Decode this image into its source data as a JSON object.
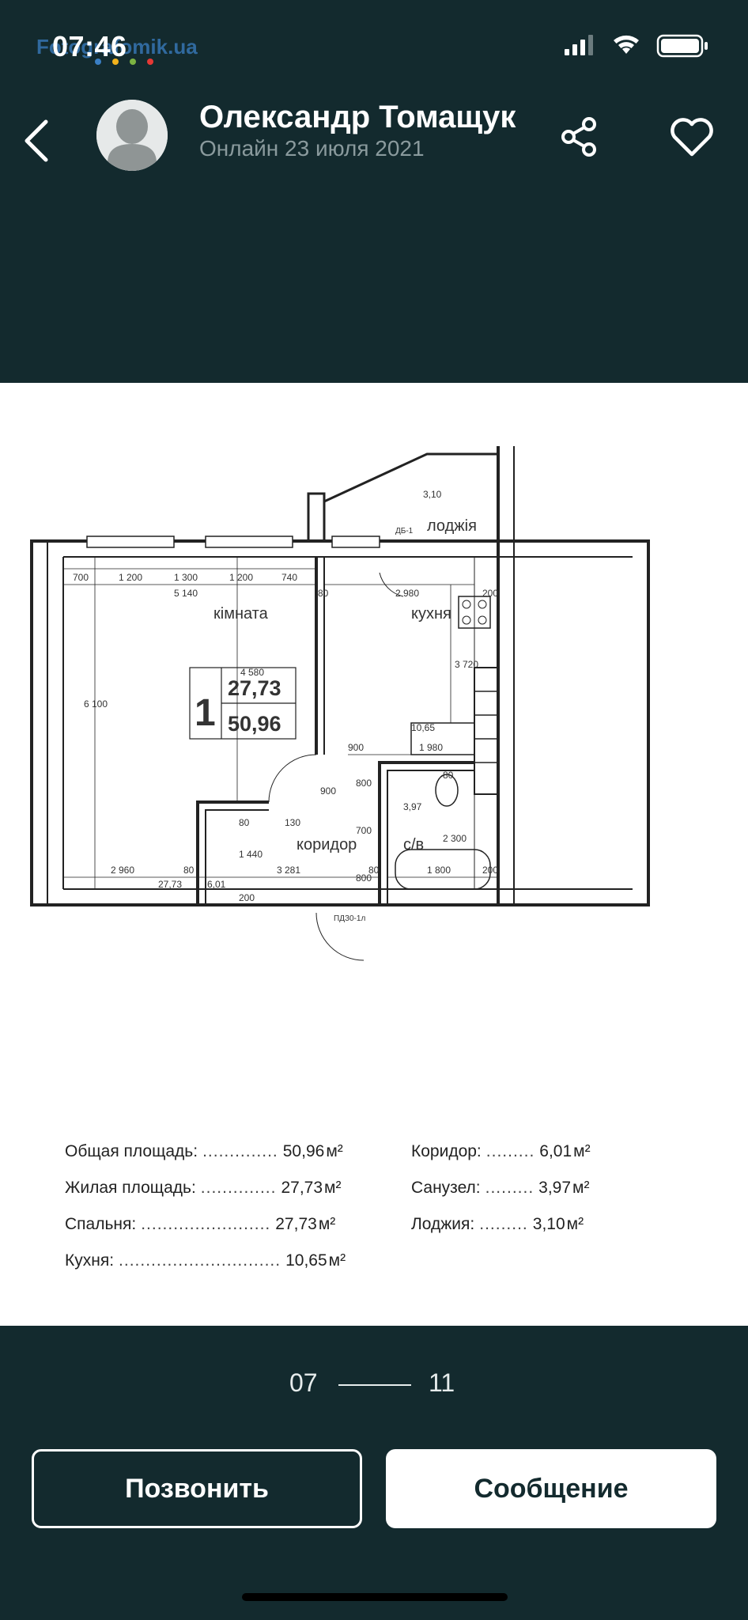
{
  "status_bar": {
    "time": "07:46",
    "watermark": "Fotografomik.ua"
  },
  "header": {
    "user_name": "Олександр Томащук",
    "user_status": "Онлайн 23 июля 2021",
    "icons": {
      "back": "chevron-left-icon",
      "share": "share-icon",
      "favorite": "heart-icon"
    }
  },
  "floor_plan": {
    "labels": {
      "room": "кімната",
      "kitchen": "кухня",
      "loggia": "лоджія",
      "corridor": "коридор",
      "bathroom": "с/в",
      "apt_number": "1",
      "living_area": "27,73",
      "total_area": "50,96",
      "door_balcony": "ДБ-1",
      "door_entry": "ПДЗ0-1л"
    },
    "dims": {
      "d700": "700",
      "d1200a": "1 200",
      "d1300": "1 300",
      "d1200b": "1 200",
      "d740": "740",
      "d5140": "5 140",
      "d80a": "80",
      "d2980": "2 980",
      "d200a": "200",
      "d3720": "3 720",
      "d4580": "4 580",
      "d6100": "6 100",
      "d900a": "900",
      "d1980": "1 980",
      "d1065": "10,65",
      "d800a": "800",
      "d900b": "900",
      "d130": "130",
      "d80b": "80",
      "d700b": "700",
      "d1440": "1 440",
      "d200b": "200",
      "d397": "3,97",
      "d2300": "2 300",
      "d80c": "80",
      "d2960": "2 960",
      "d80d": "80",
      "d3281": "3 281",
      "d800b": "800",
      "d80e": "80",
      "d1800": "1 800",
      "d200c": "200",
      "d2773": "27,73",
      "d601": "6,01",
      "d310": "3,10"
    }
  },
  "areas": [
    {
      "label": "Общая площадь:",
      "value": "50,96",
      "unit": "м²"
    },
    {
      "label": "Жилая площадь:",
      "value": "27,73",
      "unit": "м²"
    },
    {
      "label": "Спальня:",
      "value": "27,73",
      "unit": "м²"
    },
    {
      "label": "Кухня:",
      "value": "10,65",
      "unit": "м²"
    },
    {
      "label": "Коридор:",
      "value": "6,01",
      "unit": "м²"
    },
    {
      "label": "Санузел:",
      "value": "3,97",
      "unit": "м²"
    },
    {
      "label": "Лоджия:",
      "value": "3,10",
      "unit": "м²"
    }
  ],
  "pager": {
    "current": "07",
    "total": "11"
  },
  "actions": {
    "call_label": "Позвонить",
    "message_label": "Сообщение"
  }
}
